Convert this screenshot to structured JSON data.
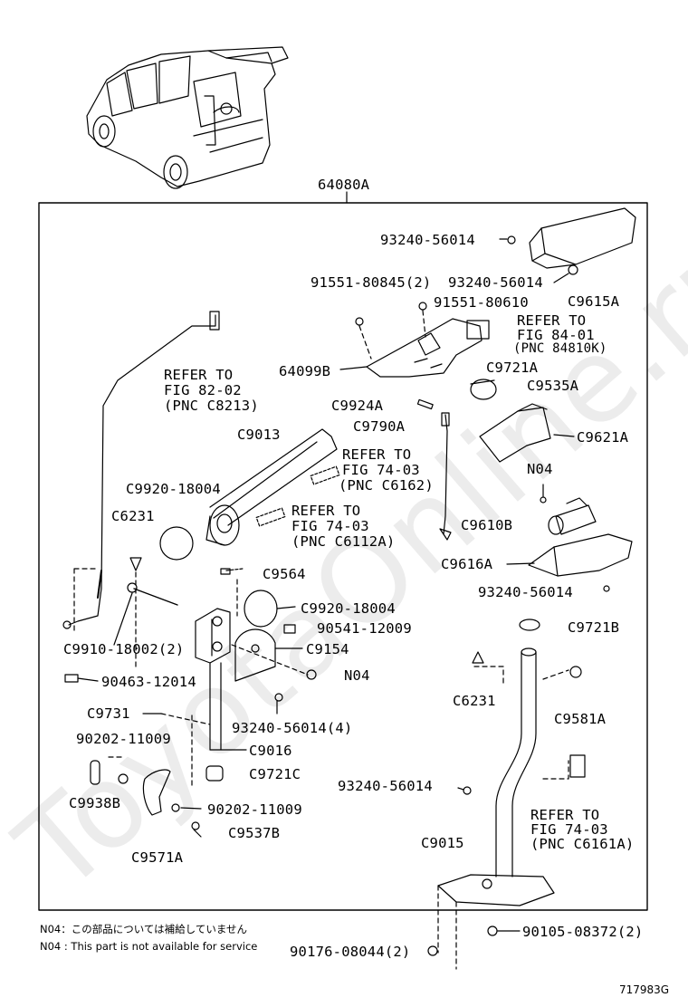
{
  "watermark": "ToyotaOnline.ru",
  "assembly": "64080A",
  "illustration_id": "717983G",
  "notes": {
    "jp": "N04：この部品については補給していません",
    "en": "N04 : This part is not available for service"
  },
  "labels": {
    "l1": "93240-56014",
    "l2": "91551-80845(2)",
    "l3": "93240-56014",
    "l4": "C9615A",
    "l5": "91551-80610",
    "l6": "REFER TO",
    "l7": "FIG 84-01",
    "l8": "(PNC 84810K)",
    "l9": "64099B",
    "l10": "C9721A",
    "l11": "C9535A",
    "l12": "C9924A",
    "l13": "C9790A",
    "l14": "C9621A",
    "l15": "REFER TO",
    "l16": "FIG 82-02",
    "l17": "(PNC C8213)",
    "l18": "C9013",
    "l19": "REFER TO",
    "l20": "FIG 74-03",
    "l21": "(PNC C6162)",
    "l22": "C9920-18004",
    "l23": "REFER TO",
    "l24": "FIG 74-03",
    "l25": "(PNC C6112A)",
    "l26": "C6231",
    "l27": "N04",
    "l28": "C9610B",
    "l29": "C9616A",
    "l30": "93240-56014",
    "l31": "C9564",
    "l32": "C9920-18004",
    "l33": "90541-12009",
    "l34": "C9154",
    "l35": "C9910-18002(2)",
    "l36": "N04",
    "l37": "90463-12014",
    "l38": "C9721B",
    "l39": "C6231",
    "l40": "C9581A",
    "l41": "93240-56014(4)",
    "l42": "C9731",
    "l43": "C9016",
    "l44": "90202-11009",
    "l45": "C9721C",
    "l46": "93240-56014",
    "l47": "C9938B",
    "l48": "90202-11009",
    "l49": "REFER TO",
    "l50": "FIG 74-03",
    "l51": "(PNC C6161A)",
    "l52": "C9537B",
    "l53": "C9571A",
    "l54": "C9015",
    "l55": "90105-08372(2)",
    "l56": "90176-08044(2)"
  }
}
